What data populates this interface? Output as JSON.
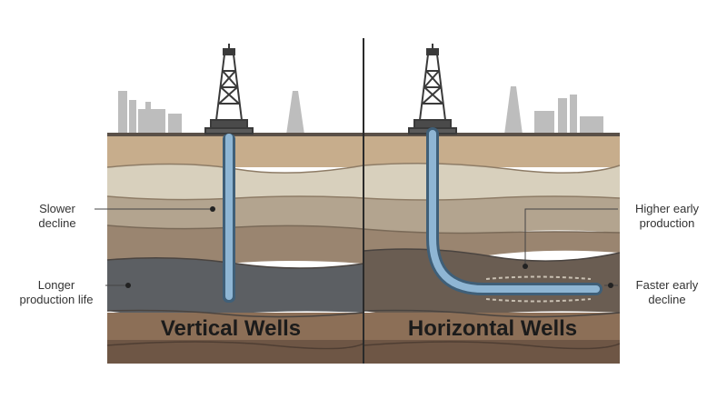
{
  "panels": {
    "left_title": "Vertical Wells",
    "right_title": "Horizontal Wells"
  },
  "callouts": {
    "slower_decline": [
      "Slower",
      "decline"
    ],
    "longer_life": [
      "Longer",
      "production life"
    ],
    "higher_early": [
      "Higher early",
      "production"
    ],
    "faster_early": [
      "Faster early",
      "decline"
    ]
  },
  "colors": {
    "pipe": "#8fb6d4",
    "pipe_outline": "#3f5f78",
    "derrick": "#3a3a3a",
    "divider": "#2a2a2a"
  }
}
